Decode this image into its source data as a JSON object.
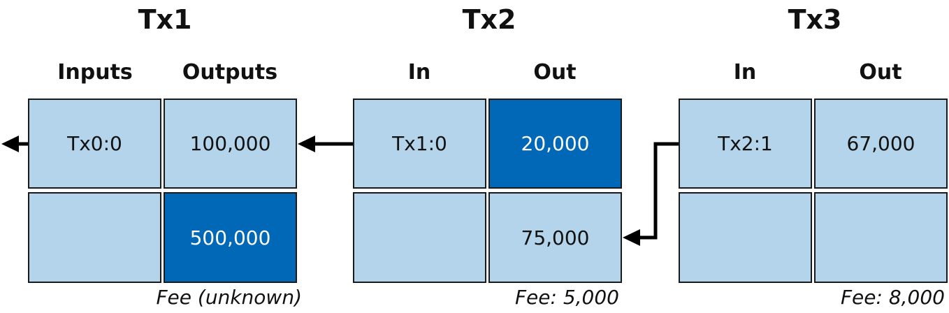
{
  "transactions": [
    {
      "title": "Tx1",
      "left_header": "Inputs",
      "right_header": "Outputs",
      "rows": [
        {
          "input": "Tx0:0",
          "output": "100,000"
        },
        {
          "input": "",
          "output": "500,000"
        }
      ],
      "fee": "Fee (unknown)"
    },
    {
      "title": "Tx2",
      "left_header": "In",
      "right_header": "Out",
      "rows": [
        {
          "input": "Tx1:0",
          "output": "20,000"
        },
        {
          "input": "",
          "output": "75,000"
        }
      ],
      "fee": "Fee: 5,000"
    },
    {
      "title": "Tx3",
      "left_header": "In",
      "right_header": "Out",
      "rows": [
        {
          "input": "Tx2:1",
          "output": "67,000"
        },
        {
          "input": "",
          "output": ""
        }
      ],
      "fee": "Fee: 8,000"
    }
  ],
  "colors": {
    "cell_light": "#b3d4ea",
    "cell_highlight": "#0068b6",
    "border": "#1a1a1a",
    "arrow": "#000000"
  }
}
